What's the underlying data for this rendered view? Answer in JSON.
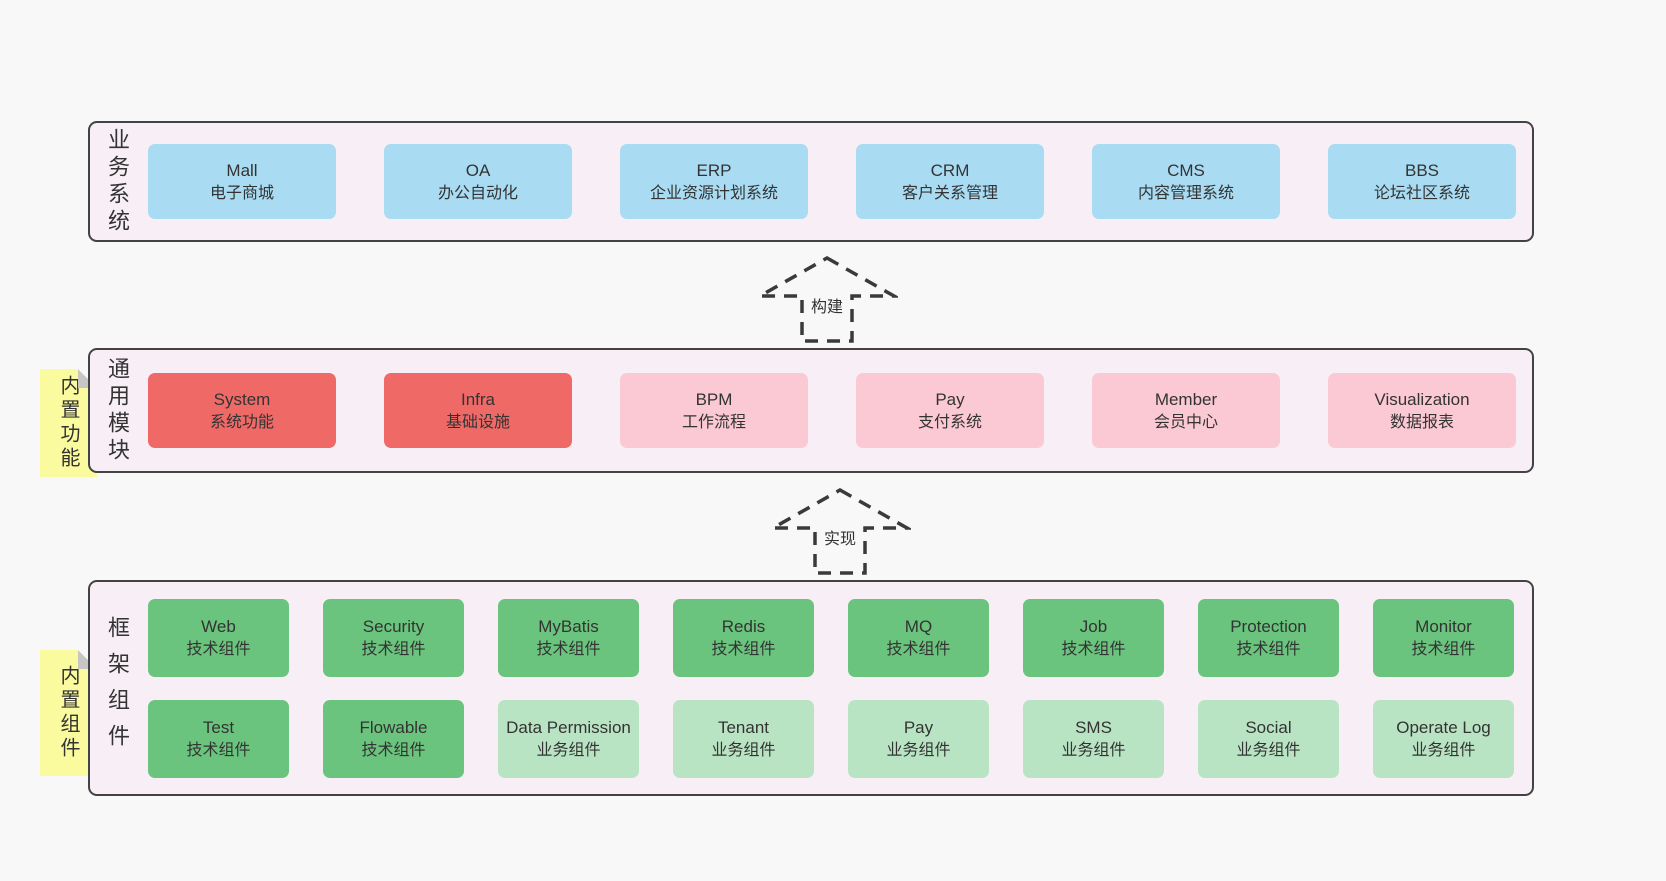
{
  "palette": {
    "page_bg": "#f8f8f8",
    "container_bg": "#f8eef6",
    "container_border": "#434343",
    "blue_box": "#a9dcf3",
    "red_box": "#ef6a67",
    "pink_box": "#fbc9d4",
    "green_box": "#6ac47d",
    "light_green_box": "#b9e4c4",
    "sticky_yellow": "#fafa9e",
    "sticky_fold": "#c6c6c6",
    "text": "#333333"
  },
  "business": {
    "label": "业务系统",
    "items": [
      {
        "title": "Mall",
        "subtitle": "电子商城"
      },
      {
        "title": "OA",
        "subtitle": "办公自动化"
      },
      {
        "title": "ERP",
        "subtitle": "企业资源计划系统"
      },
      {
        "title": "CRM",
        "subtitle": "客户关系管理"
      },
      {
        "title": "CMS",
        "subtitle": "内容管理系统"
      },
      {
        "title": "BBS",
        "subtitle": "论坛社区系统"
      }
    ]
  },
  "arrows": {
    "build": {
      "label": "构建"
    },
    "implement": {
      "label": "实现"
    }
  },
  "modules": {
    "label": "通用模块",
    "sticky": "内置功能",
    "items": [
      {
        "title": "System",
        "subtitle": "系统功能"
      },
      {
        "title": "Infra",
        "subtitle": "基础设施"
      },
      {
        "title": "BPM",
        "subtitle": "工作流程"
      },
      {
        "title": "Pay",
        "subtitle": "支付系统"
      },
      {
        "title": "Member",
        "subtitle": "会员中心"
      },
      {
        "title": "Visualization",
        "subtitle": "数据报表"
      }
    ]
  },
  "framework": {
    "label": "框架组件",
    "sticky": "内置组件",
    "row1": [
      {
        "title": "Web",
        "subtitle": "技术组件"
      },
      {
        "title": "Security",
        "subtitle": "技术组件"
      },
      {
        "title": "MyBatis",
        "subtitle": "技术组件"
      },
      {
        "title": "Redis",
        "subtitle": "技术组件"
      },
      {
        "title": "MQ",
        "subtitle": "技术组件"
      },
      {
        "title": "Job",
        "subtitle": "技术组件"
      },
      {
        "title": "Protection",
        "subtitle": "技术组件"
      },
      {
        "title": "Monitor",
        "subtitle": "技术组件"
      }
    ],
    "row2": [
      {
        "title": "Test",
        "subtitle": "技术组件"
      },
      {
        "title": "Flowable",
        "subtitle": "技术组件"
      },
      {
        "title": "Data Permission",
        "subtitle": "业务组件"
      },
      {
        "title": "Tenant",
        "subtitle": "业务组件"
      },
      {
        "title": "Pay",
        "subtitle": "业务组件"
      },
      {
        "title": "SMS",
        "subtitle": "业务组件"
      },
      {
        "title": "Social",
        "subtitle": "业务组件"
      },
      {
        "title": "Operate Log",
        "subtitle": "业务组件"
      }
    ]
  }
}
